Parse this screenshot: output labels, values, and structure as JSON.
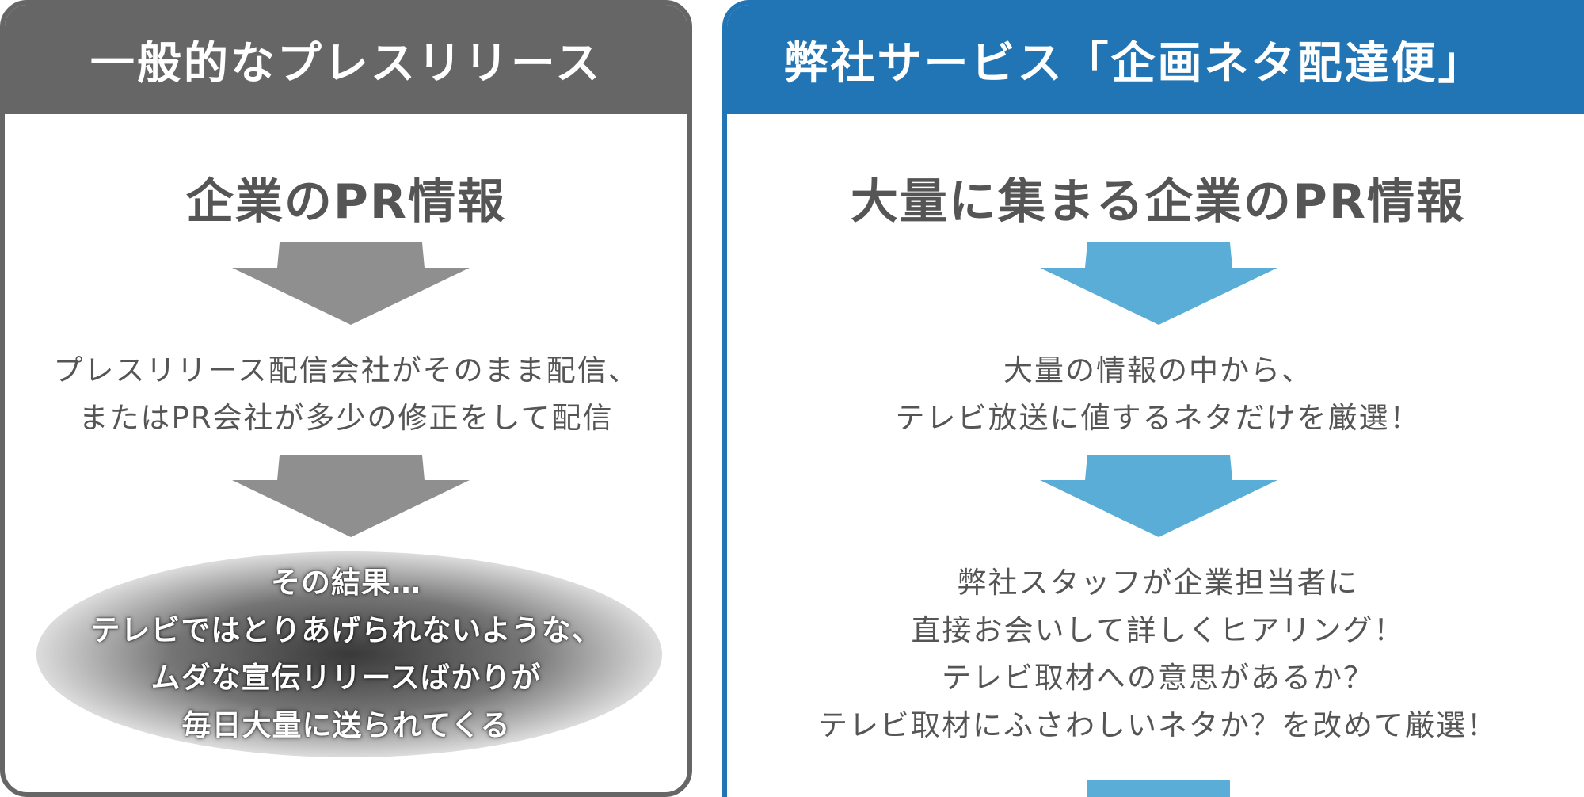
{
  "colors": {
    "left_theme": "#666666",
    "right_theme": "#2275b4",
    "left_arrow": "#8f8f8f",
    "right_arrow": "#5aadd6",
    "text": "#555555"
  },
  "left": {
    "title": "一般的なプレスリリース",
    "source": "企業のPR情報",
    "step1": [
      "プレスリリース配信会社がそのまま配信、",
      "またはPR会社が多少の修正をして配信"
    ],
    "result": [
      "その結果…",
      "テレビではとりあげられないような、",
      "ムダな宣伝リリースばかりが",
      "毎日大量に送られてくる"
    ]
  },
  "right": {
    "title": "弊社サービス「企画ネタ配達便」",
    "source": "大量に集まる企業のPR情報",
    "step1": [
      "大量の情報の中から、",
      "テレビ放送に値するネタだけを厳選！"
    ],
    "step2": [
      "弊社スタッフが企業担当者に",
      "直接お会いして詳しくヒアリング！",
      "テレビ取材への意思があるか？",
      "テレビ取材にふさわしいネタか？を改めて厳選！"
    ]
  }
}
